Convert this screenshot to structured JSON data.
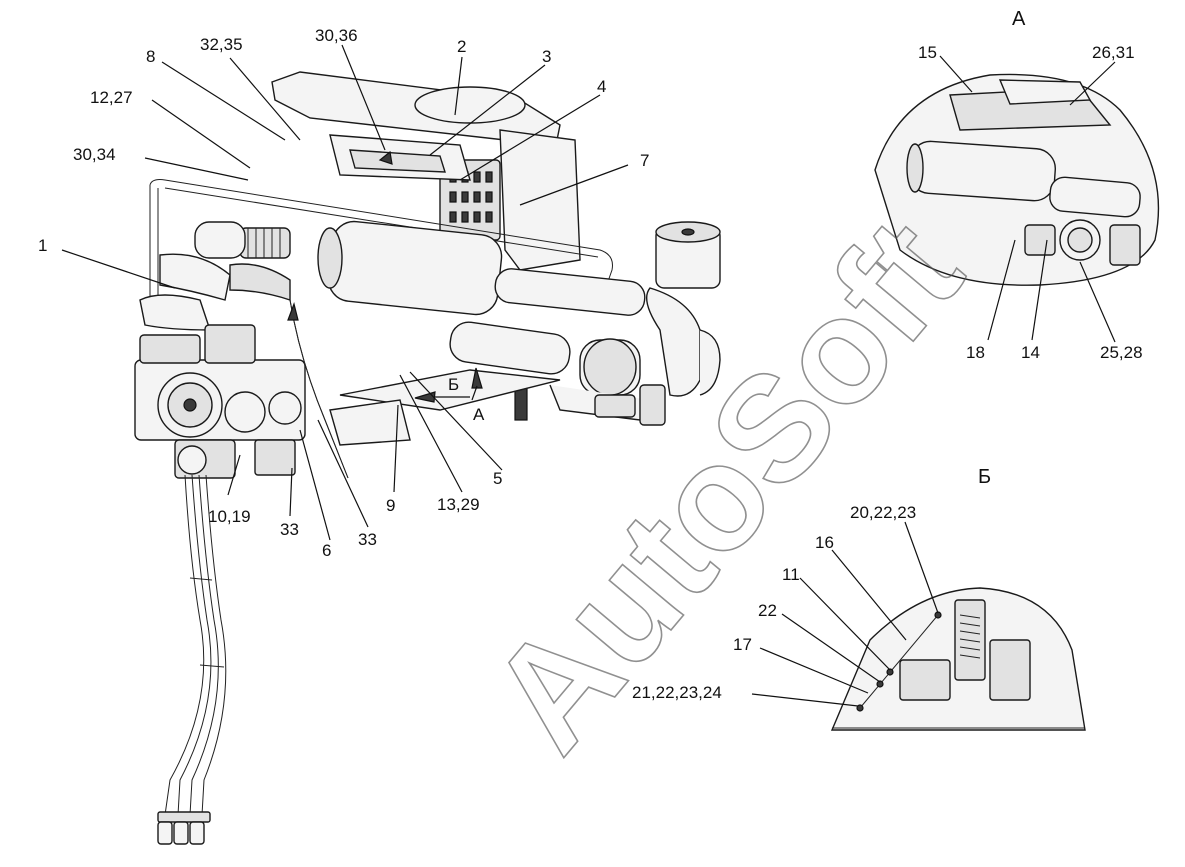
{
  "watermark": "AutoSoft",
  "main_view": {
    "labels": [
      "1",
      "8",
      "32,35",
      "30,36",
      "2",
      "3",
      "4",
      "12,27",
      "30,34",
      "7",
      "9",
      "13,29",
      "5",
      "10,19",
      "33",
      "6",
      "33"
    ],
    "arrows": [
      "Б",
      "А"
    ]
  },
  "view_a": {
    "title": "А",
    "labels": [
      "15",
      "26,31",
      "18",
      "14",
      "25,28"
    ]
  },
  "view_b": {
    "title": "Б",
    "labels": [
      "20,22,23",
      "16",
      "11",
      "22",
      "17",
      "21,22,23,24"
    ]
  }
}
